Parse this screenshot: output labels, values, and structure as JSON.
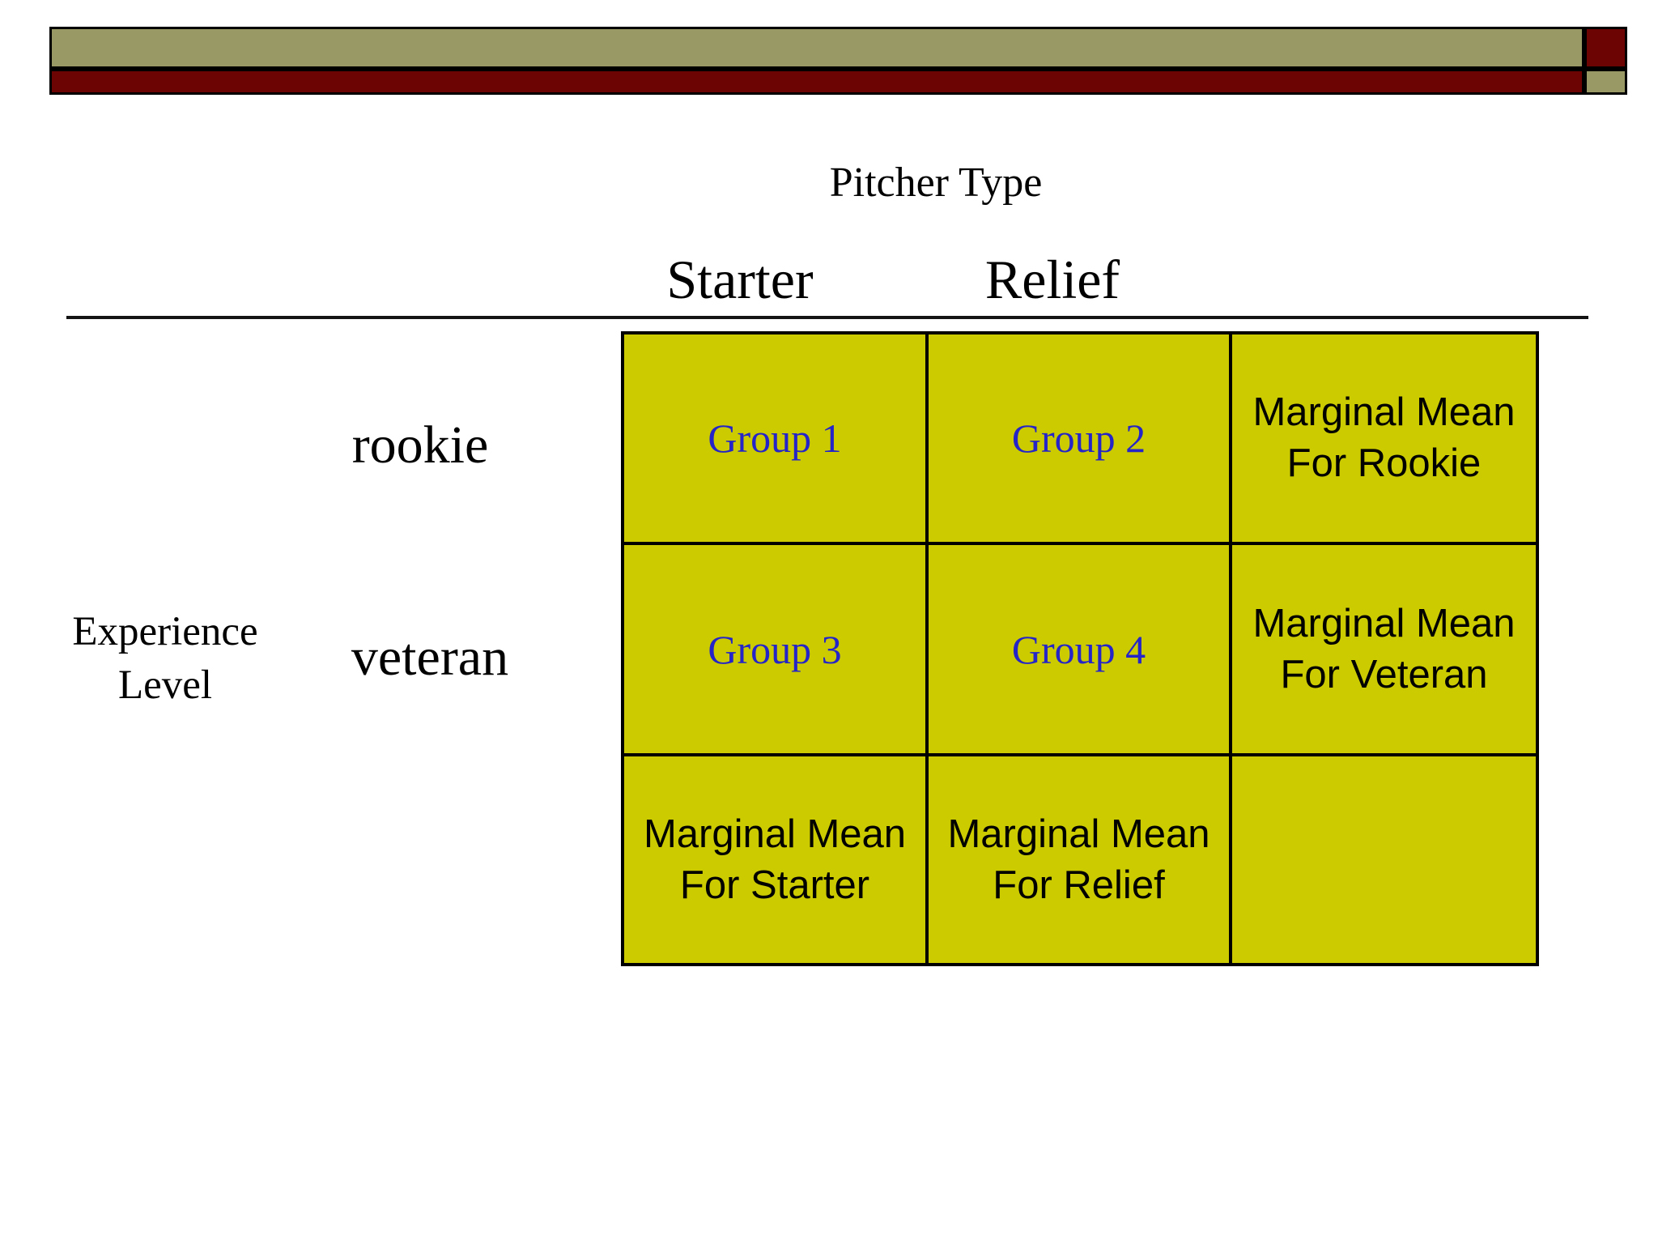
{
  "slide": {
    "banner": {
      "olive_color": "#999966",
      "maroon_color": "#6C0404"
    },
    "pitcher_axis": {
      "title": "Pitcher Type",
      "columns": [
        "Starter",
        "Relief"
      ]
    },
    "experience_axis": {
      "title": "Experience\nLevel",
      "rows": [
        "rookie",
        "veteran"
      ]
    },
    "design_table": {
      "cell_fill": "#CBCB00",
      "group_label_color": "#2424C8",
      "cells": {
        "group1": "Group 1",
        "group2": "Group 2",
        "marginal_rookie": "Marginal Mean\nFor Rookie",
        "group3": "Group 3",
        "group4": "Group 4",
        "marginal_veteran": "Marginal Mean\nFor Veteran",
        "marginal_starter": "Marginal Mean\nFor Starter",
        "marginal_relief": "Marginal Mean\nFor Relief"
      }
    }
  }
}
